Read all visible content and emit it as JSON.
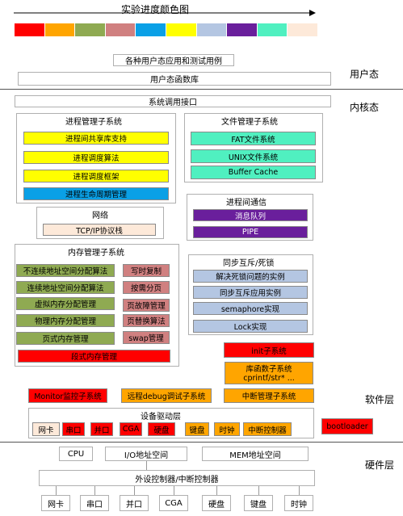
{
  "title": "实验进度颜色图",
  "progress_colors": [
    "#ff0000",
    "#ffa500",
    "#8faa52",
    "#d08080",
    "#0aa0e6",
    "#ffff00",
    "#b4c6e2",
    "#6a1f9c",
    "#50f0c0",
    "#fde9d9"
  ],
  "layers": {
    "user": "用户态",
    "kernel": "内核态",
    "software": "软件层",
    "hardware": "硬件层"
  },
  "user": {
    "apps": "各种用户态应用和测试用例",
    "libs": "用户态函数库"
  },
  "syscall": "系统调用接口",
  "process_mgmt": {
    "title": "进程管理子系统",
    "items": [
      {
        "label": "进程间共享库支持",
        "color": "#ffff00"
      },
      {
        "label": "进程调度算法",
        "color": "#ffff00"
      },
      {
        "label": "进程调度框架",
        "color": "#ffff00"
      },
      {
        "label": "进程生命周期管理",
        "color": "#0aa0e6"
      }
    ]
  },
  "file_mgmt": {
    "title": "文件管理子系统",
    "items": [
      {
        "label": "FAT文件系统",
        "color": "#50f0c0"
      },
      {
        "label": "UNIX文件系统",
        "color": "#50f0c0"
      },
      {
        "label": "Buffer Cache",
        "color": "#50f0c0"
      }
    ]
  },
  "network": {
    "title": "网络",
    "items": [
      {
        "label": "TCP/IP协议栈",
        "color": "#fde9d9"
      }
    ]
  },
  "ipc": {
    "title": "进程间通信",
    "items": [
      {
        "label": "消息队列",
        "color": "#6a1f9c"
      },
      {
        "label": "PIPE",
        "color": "#6a1f9c"
      }
    ]
  },
  "memory_mgmt": {
    "title": "内存管理子系统",
    "left": [
      {
        "label": "不连续地址空间分配算法",
        "color": "#8faa52"
      },
      {
        "label": "连续地址空间分配算法",
        "color": "#8faa52"
      },
      {
        "label": "虚拟内存分配管理",
        "color": "#8faa52"
      },
      {
        "label": "物理内存分配管理",
        "color": "#8faa52"
      },
      {
        "label": "页式内存管理",
        "color": "#8faa52"
      }
    ],
    "right": [
      {
        "label": "写时复制",
        "color": "#d08080"
      },
      {
        "label": "按需分页",
        "color": "#d08080"
      },
      {
        "label": "页故障管理",
        "color": "#d08080"
      },
      {
        "label": "页替换算法",
        "color": "#d08080"
      },
      {
        "label": "swap管理",
        "color": "#d08080"
      }
    ],
    "segment": {
      "label": "段式内存管理",
      "color": "#ff0000"
    }
  },
  "sync": {
    "title": "同步互斥/死锁",
    "items": [
      {
        "label": "解决死锁问题的实例",
        "color": "#b4c6e2"
      },
      {
        "label": "同步互斥应用实例",
        "color": "#b4c6e2"
      },
      {
        "label": "semaphore实现",
        "color": "#b4c6e2"
      },
      {
        "label": "Lock实现",
        "color": "#b4c6e2"
      }
    ]
  },
  "init": {
    "label": "init子系统",
    "color": "#ff0000"
  },
  "libfunc": {
    "label1": "库函数子系统",
    "label2": "cprintf/str* ...",
    "color": "#ffa500"
  },
  "monitor": {
    "label": "Monitor监控子系统",
    "color": "#ff0000"
  },
  "remote_debug": {
    "label": "远程debug调试子系统",
    "color": "#ffa500"
  },
  "interrupt": {
    "label": "中断管理子系统",
    "color": "#ffa500"
  },
  "bootloader": {
    "label": "bootloader",
    "color": "#ff0000"
  },
  "device_drivers": {
    "title": "设备驱动层",
    "items": [
      {
        "label": "网卡",
        "color": "#fde9d9"
      },
      {
        "label": "串口",
        "color": "#ff0000"
      },
      {
        "label": "并口",
        "color": "#ff0000"
      },
      {
        "label": "CGA",
        "color": "#ff0000"
      },
      {
        "label": "硬盘",
        "color": "#ff0000"
      },
      {
        "label": "键盘",
        "color": "#ffa500"
      },
      {
        "label": "时钟",
        "color": "#ffa500"
      },
      {
        "label": "中断控制器",
        "color": "#ffa500"
      }
    ]
  },
  "hardware": {
    "top": [
      "CPU",
      "I/O地址空间",
      "MEM地址空间"
    ],
    "controller": "外设控制器/中断控制器",
    "devices": [
      "网卡",
      "串口",
      "并口",
      "CGA",
      "硬盘",
      "键盘",
      "时钟"
    ]
  }
}
